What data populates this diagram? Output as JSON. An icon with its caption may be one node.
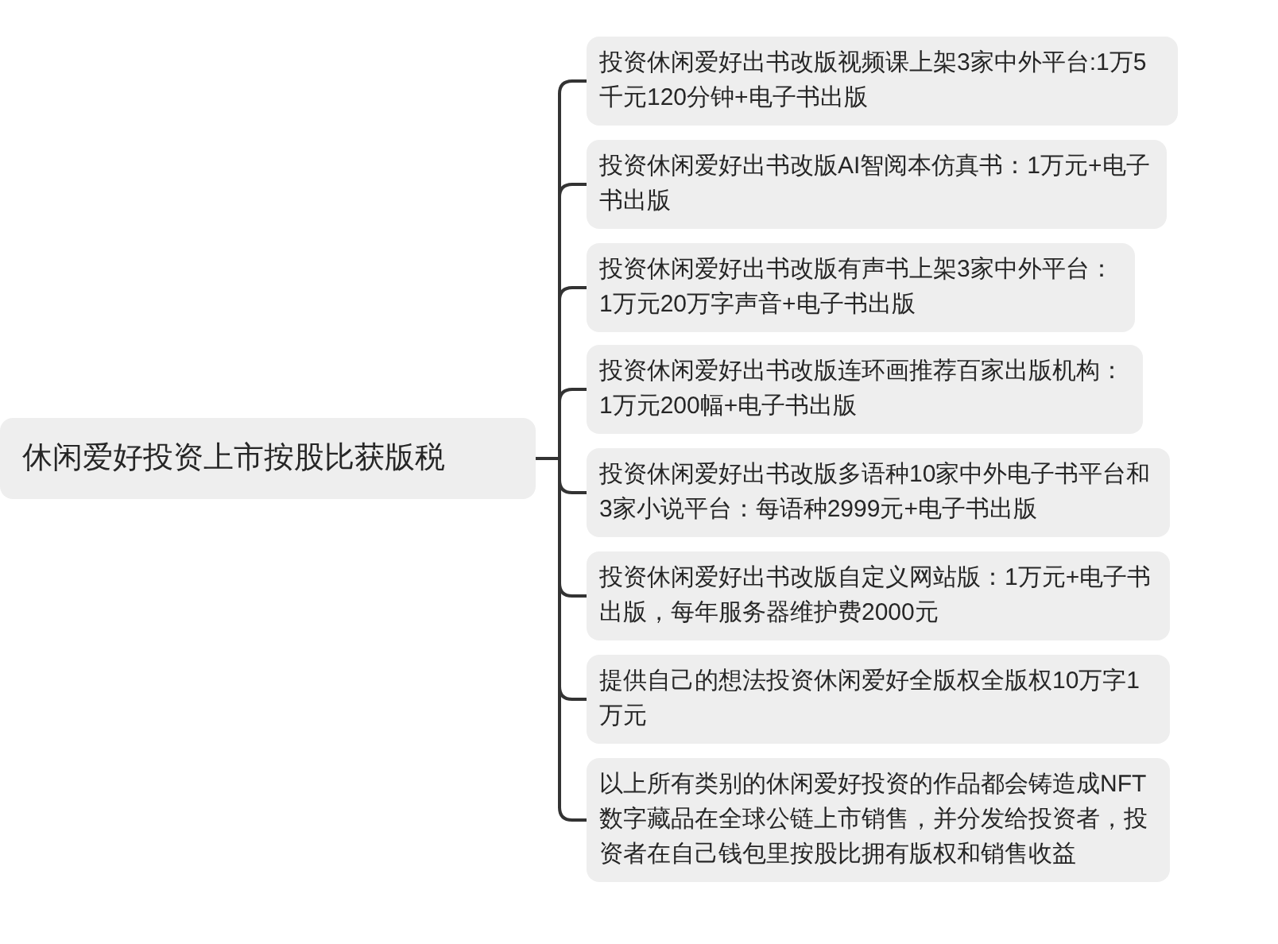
{
  "diagram": {
    "nodes": [
      {
        "text": [
          "休闲爱好投资上市按股比获版税"
        ]
      },
      {
        "text": [
          "投资休闲爱好出书改版视频课上架3家中外平台:1万5千元120分钟+电子书出版"
        ]
      },
      {
        "text": [
          "投资休闲爱好出书改版AI智阅本仿真书：1万元+电子书出版"
        ]
      },
      {
        "text": [
          "投资休闲爱好出书改版有声书上架3家中外平台：1万元20万字声音+电子书出版"
        ]
      },
      {
        "text": [
          "投资休闲爱好出书改版连环画推荐百家出版机构：1万元200幅+电子书出版"
        ]
      },
      {
        "text": [
          "投资休闲爱好出书改版多语种10家中外电子书平台和3家小说平台：每语种2999元+电子书出版"
        ]
      },
      {
        "text": [
          "投资休闲爱好出书改版自定义网站版：1万元+电子书出版，每年服务器维护费2000元"
        ]
      },
      {
        "text": [
          "提供自己的想法投资休闲爱好全版权全版权10万字1万元"
        ]
      },
      {
        "text": [
          "以上所有类别的休闲爱好投资的作品都会铸造成NFT数字藏品在全球公链上市销售，并分发给投资者，投资者在自己钱包里按股比拥有版权和销售收益"
        ]
      }
    ],
    "edges": [
      {
        "from": 0,
        "to": 1,
        "arrow": "none"
      },
      {
        "from": 0,
        "to": 2,
        "arrow": "none"
      },
      {
        "from": 0,
        "to": 3,
        "arrow": "none"
      },
      {
        "from": 0,
        "to": 4,
        "arrow": "none"
      },
      {
        "from": 0,
        "to": 5,
        "arrow": "none"
      },
      {
        "from": 0,
        "to": 6,
        "arrow": "none"
      },
      {
        "from": 0,
        "to": 7,
        "arrow": "none"
      },
      {
        "from": 0,
        "to": 8,
        "arrow": "none"
      }
    ]
  }
}
